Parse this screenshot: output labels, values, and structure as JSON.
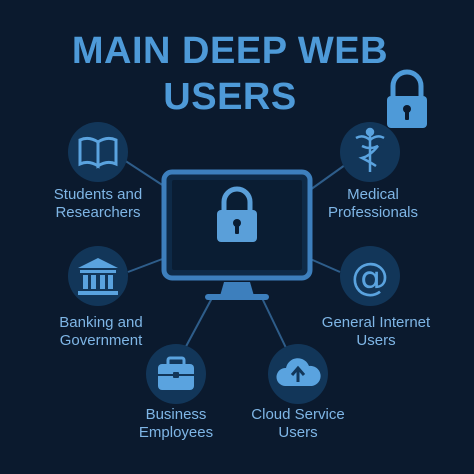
{
  "title": {
    "line1": "MAIN DEEP WEB",
    "line2": "USERS"
  },
  "colors": {
    "background": "#0b1a2e",
    "accent": "#4e9ad8",
    "icon_circle": "#123659",
    "label_text": "#7fb6e6"
  },
  "users": [
    {
      "id": "students",
      "icon": "book-icon",
      "line1": "Students and",
      "line2": "Researchers"
    },
    {
      "id": "banking",
      "icon": "bank-icon",
      "line1": "Banking and",
      "line2": "Government"
    },
    {
      "id": "business",
      "icon": "briefcase-icon",
      "line1": "Business",
      "line2": "Employees"
    },
    {
      "id": "cloud",
      "icon": "cloud-upload-icon",
      "line1": "Cloud Service",
      "line2": "Users"
    },
    {
      "id": "internet",
      "icon": "at-sign-icon",
      "line1": "General Internet",
      "line2": "Users"
    },
    {
      "id": "medical",
      "icon": "caduceus-icon",
      "line1": "Medical",
      "line2": "Professionals"
    }
  ],
  "center": {
    "icon": "monitor-lock-icon"
  },
  "corner": {
    "icon": "padlock-icon"
  }
}
